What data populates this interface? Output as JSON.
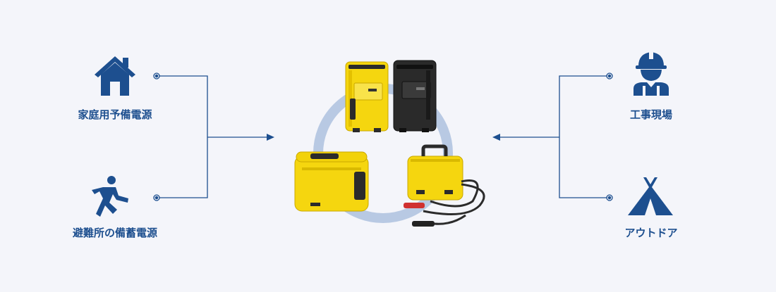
{
  "colors": {
    "background": "#f4f5fa",
    "accent_blue": "#1d4f8f",
    "ring": "#b8c9e3",
    "case_yellow": "#f5d60f",
    "case_black": "#2a2a2a"
  },
  "left": {
    "items": [
      {
        "label": "家庭用予備電源",
        "icon": "house-icon"
      },
      {
        "label": "避難所の備蓄電源",
        "icon": "running-person-icon"
      }
    ]
  },
  "right": {
    "items": [
      {
        "label": "工事現場",
        "icon": "construction-worker-icon"
      },
      {
        "label": "アウトドア",
        "icon": "tent-icon"
      }
    ]
  }
}
